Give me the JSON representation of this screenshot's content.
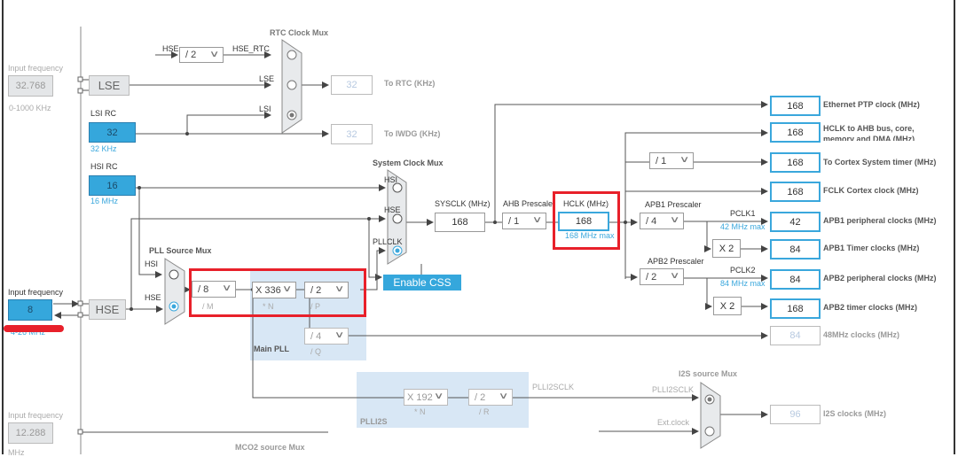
{
  "lse": {
    "input_label": "Input frequency",
    "input_value": "32.768",
    "range": "0-1000 KHz",
    "block": "LSE"
  },
  "lsi": {
    "title": "LSI RC",
    "value": "32",
    "unit": "32 KHz"
  },
  "hsi": {
    "title": "HSI RC",
    "value": "16",
    "unit": "16 MHz"
  },
  "hse": {
    "input_label": "Input frequency",
    "input_value": "8",
    "range": "4-26 MHz",
    "block": "HSE"
  },
  "ext": {
    "input_label": "Input frequency",
    "input_value": "12.288",
    "unit": "MHz"
  },
  "rtc_mux": {
    "title": "RTC Clock Mux",
    "hse_label": "HSE",
    "hse_div": "/ 2",
    "hse_rtc": "HSE_RTC",
    "lse": "LSE",
    "lsi": "LSI",
    "selected": "LSI"
  },
  "rtc_out": {
    "value": "32",
    "label": "To RTC (KHz)"
  },
  "iwdg_out": {
    "value": "32",
    "label": "To IWDG (KHz)"
  },
  "sys_mux": {
    "title": "System Clock Mux",
    "hsi": "HSI",
    "hse": "HSE",
    "pllclk": "PLLCLK",
    "selected": "PLLCLK"
  },
  "pll_mux": {
    "title": "PLL Source Mux",
    "hsi": "HSI",
    "hse": "HSE",
    "selected": "HSE"
  },
  "main_pll": {
    "title": "Main PLL",
    "m": "/ 8",
    "m_label": "/ M",
    "n": "X 336",
    "n_label": "* N",
    "p": "/ 2",
    "p_label": "/ P",
    "q": "/ 4",
    "q_label": "/ Q"
  },
  "enable_css": "Enable CSS",
  "sysclk": {
    "label": "SYSCLK (MHz)",
    "value": "168"
  },
  "ahb": {
    "label": "AHB Prescaler",
    "value": "/ 1"
  },
  "hclk": {
    "label": "HCLK (MHz)",
    "value": "168",
    "max": "168 MHz max"
  },
  "cortex_div": "/ 1",
  "apb1": {
    "label": "APB1 Prescaler",
    "value": "/ 4",
    "pclk": "PCLK1",
    "max": "42 MHz max",
    "mult": "X 2"
  },
  "apb2": {
    "label": "APB2 Prescaler",
    "value": "/ 2",
    "pclk": "PCLK2",
    "max": "84 MHz max",
    "mult": "X 2"
  },
  "outputs": [
    {
      "value": "168",
      "label": "Ethernet PTP clock (MHz)"
    },
    {
      "value": "168",
      "label": "HCLK to AHB bus, core, memory and DMA (MHz)"
    },
    {
      "value": "168",
      "label": "To Cortex System timer (MHz)"
    },
    {
      "value": "168",
      "label": "FCLK Cortex clock (MHz)"
    },
    {
      "value": "42",
      "label": "APB1 peripheral clocks (MHz)"
    },
    {
      "value": "84",
      "label": "APB1 Timer clocks (MHz)"
    },
    {
      "value": "84",
      "label": "APB2 peripheral clocks (MHz)"
    },
    {
      "value": "168",
      "label": "APB2 timer clocks (MHz)"
    },
    {
      "value": "84",
      "label": "48MHz clocks (MHz)"
    }
  ],
  "plli2s": {
    "title": "PLLI2S",
    "n": "X 192",
    "n_label": "* N",
    "r": "/ 2",
    "r_label": "/ R",
    "clk": "PLLI2SCLK"
  },
  "i2s_mux": {
    "title": "I2S source Mux",
    "plli2sclk": "PLLI2SCLK",
    "ext": "Ext.clock",
    "selected": "PLLI2SCLK"
  },
  "i2s_out": {
    "value": "96",
    "label": "I2S clocks (MHz)"
  },
  "mco2": {
    "title": "MCO2 source Mux"
  },
  "colors": {
    "accent": "#35a7dc",
    "highlight": "#e8202a",
    "pll_bg": "#d8e7f5"
  }
}
